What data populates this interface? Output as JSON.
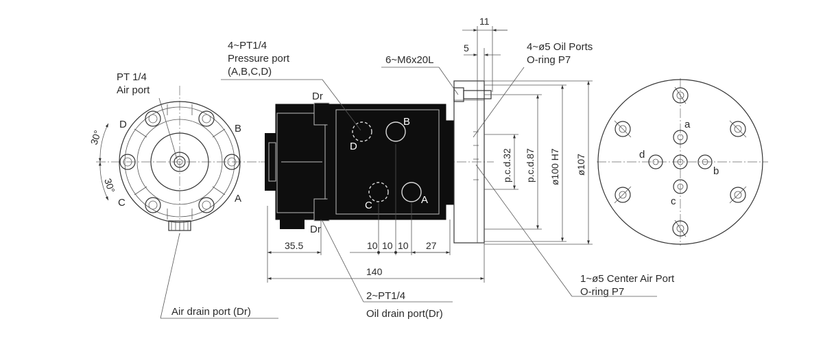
{
  "labels": {
    "pressure_port": [
      "4~PT1/4",
      "Pressure port",
      "(A,B,C,D)"
    ],
    "air_port": [
      "PT 1/4",
      "Air port"
    ],
    "screws": "6~M6x20L",
    "oil_ports": [
      "4~ø5 Oil Ports",
      "O-ring P7"
    ],
    "center_air": [
      "1~ø5 Center Air Port",
      "O-ring P7"
    ],
    "oil_drain": [
      "2~PT1/4",
      "Oil drain port(Dr)"
    ],
    "air_drain": "Air drain port (Dr)"
  },
  "ports_left": {
    "A": "A",
    "B": "B",
    "C": "C",
    "D": "D"
  },
  "ports_side": {
    "A": "A",
    "B": "B",
    "C": "C",
    "D": "D",
    "Dr_top": "Dr",
    "Dr_bottom": "Dr"
  },
  "ports_right": {
    "a": "a",
    "b": "b",
    "c": "c",
    "d": "d"
  },
  "angles": {
    "upper": "30°",
    "lower": "30°"
  },
  "dims": {
    "d11": "11",
    "d5": "5",
    "d35_5": "35.5",
    "d10a": "10",
    "d10b": "10",
    "d10c": "10",
    "d27": "27",
    "d140": "140",
    "pcd32": "p.c.d.32",
    "pcd87": "p.c.d.87",
    "d100": "ø100 H7",
    "d107": "ø107"
  }
}
